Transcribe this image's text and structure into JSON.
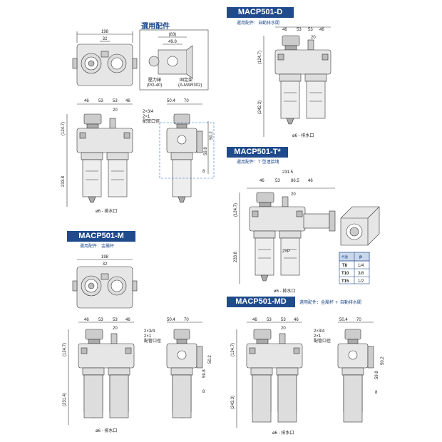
{
  "sections": {
    "d": {
      "title": "MACP501-D",
      "subtitle": "選用配件：自動排水閥"
    },
    "t": {
      "title": "MACP501-T*",
      "subtitle": "選用配件：T 型連接塊"
    },
    "m": {
      "title": "MACP501-M",
      "subtitle": "選用配件：金屬杯"
    },
    "md": {
      "title": "MACP501-MD",
      "subtitle": "選用配件：金屬杯 + 自動排水閥"
    }
  },
  "accessory": {
    "title": "選用配件",
    "dim_83": "(83)",
    "dim_49_8": "49.8",
    "gauge_label": "壓力錶",
    "gauge_model": "(PG-40)",
    "bracket_label": "固定架",
    "bracket_model": "(A-MAR302)"
  },
  "dims": {
    "d198": "198",
    "d32": "32",
    "d46": "46",
    "d53": "53",
    "d20": "20",
    "d50_4": "50.4",
    "d70": "70",
    "d124_7": "(124.7)",
    "d233_8": "233.8",
    "d231_4": "(231.4)",
    "d242_3": "(242.3)",
    "d243_3": "(243.3)",
    "d231_5": "231.5",
    "d86_5": "86.5",
    "d50_2": "50.2",
    "d59_8": "59.8",
    "d8": "8",
    "port_a": "2×3/4",
    "port_b": "2×1",
    "port_c": "配管口徑",
    "drain": "ø6 - 排水口",
    "p2": "2×P"
  },
  "p_table": {
    "headers": [
      "代號",
      "P"
    ],
    "rows": [
      [
        "T8",
        "1/4"
      ],
      [
        "T10",
        "3/8"
      ],
      [
        "T15",
        "1/2"
      ]
    ]
  }
}
